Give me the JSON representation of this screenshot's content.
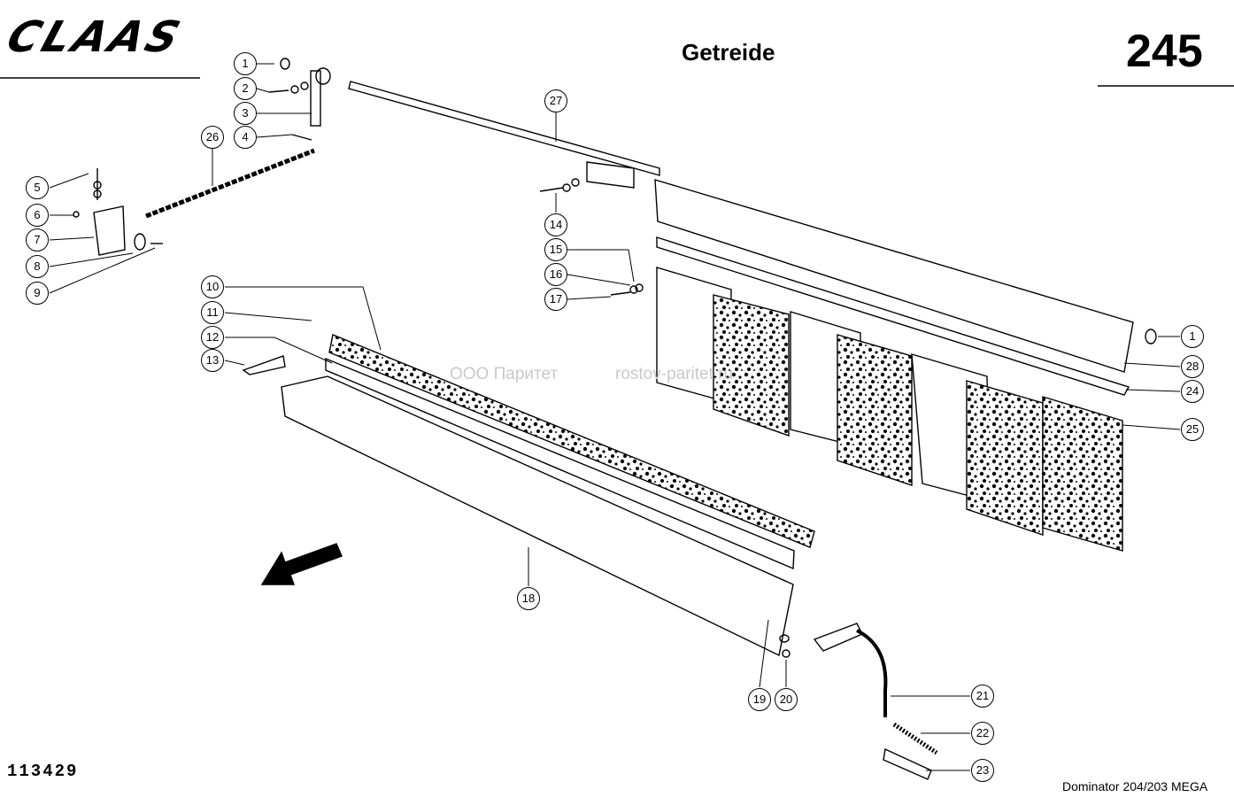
{
  "header": {
    "logo_text": "CLAAS",
    "section_title": "Getreide",
    "page_number": "245"
  },
  "footer": {
    "drawing_number": "113429",
    "model": "Dominator 204/203 MEGA"
  },
  "watermark": {
    "company": "ООО Паритет",
    "site": "rostov-paritet.ru"
  },
  "callouts": [
    "1",
    "2",
    "3",
    "4",
    "5",
    "6",
    "7",
    "8",
    "9",
    "10",
    "11",
    "12",
    "13",
    "14",
    "15",
    "16",
    "17",
    "18",
    "19",
    "20",
    "21",
    "22",
    "23",
    "24",
    "25",
    "26",
    "27",
    "28",
    "1"
  ],
  "colors": {
    "ink": "#000000",
    "paper": "#ffffff",
    "watermark": "#c9c9c9"
  }
}
